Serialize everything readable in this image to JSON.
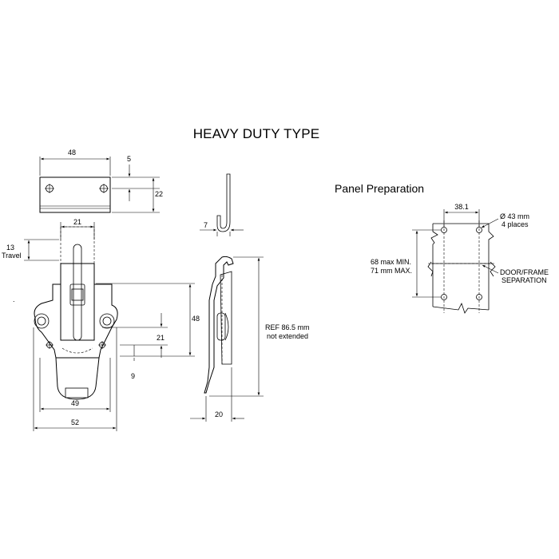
{
  "title": "HEAVY DUTY TYPE",
  "panel_title": "Panel Preparation",
  "dims": {
    "keeper_width": "48",
    "keeper_hole_offset": "5",
    "keeper_height": "22",
    "hook_depth": "7",
    "plunger_width": "21",
    "travel_value": "13",
    "travel_label": "Travel",
    "latch_height": "48",
    "hole_offset_21": "21",
    "hole_offset_9": "9",
    "base_width_49": "49",
    "base_width_52": "52",
    "side_depth": "20",
    "ref_length": "REF 86.5 mm",
    "ref_note": "not extended",
    "panel_hole_spacing": "38.1",
    "panel_hole_dia": "Ø 43 mm",
    "panel_hole_count": "4 places",
    "panel_height_min": "68 max MIN.",
    "panel_height_max": "71 mm MAX.",
    "separation_line1": "DOOR/FRAME",
    "separation_line2": "SEPARATION",
    "stray_mark": "."
  }
}
